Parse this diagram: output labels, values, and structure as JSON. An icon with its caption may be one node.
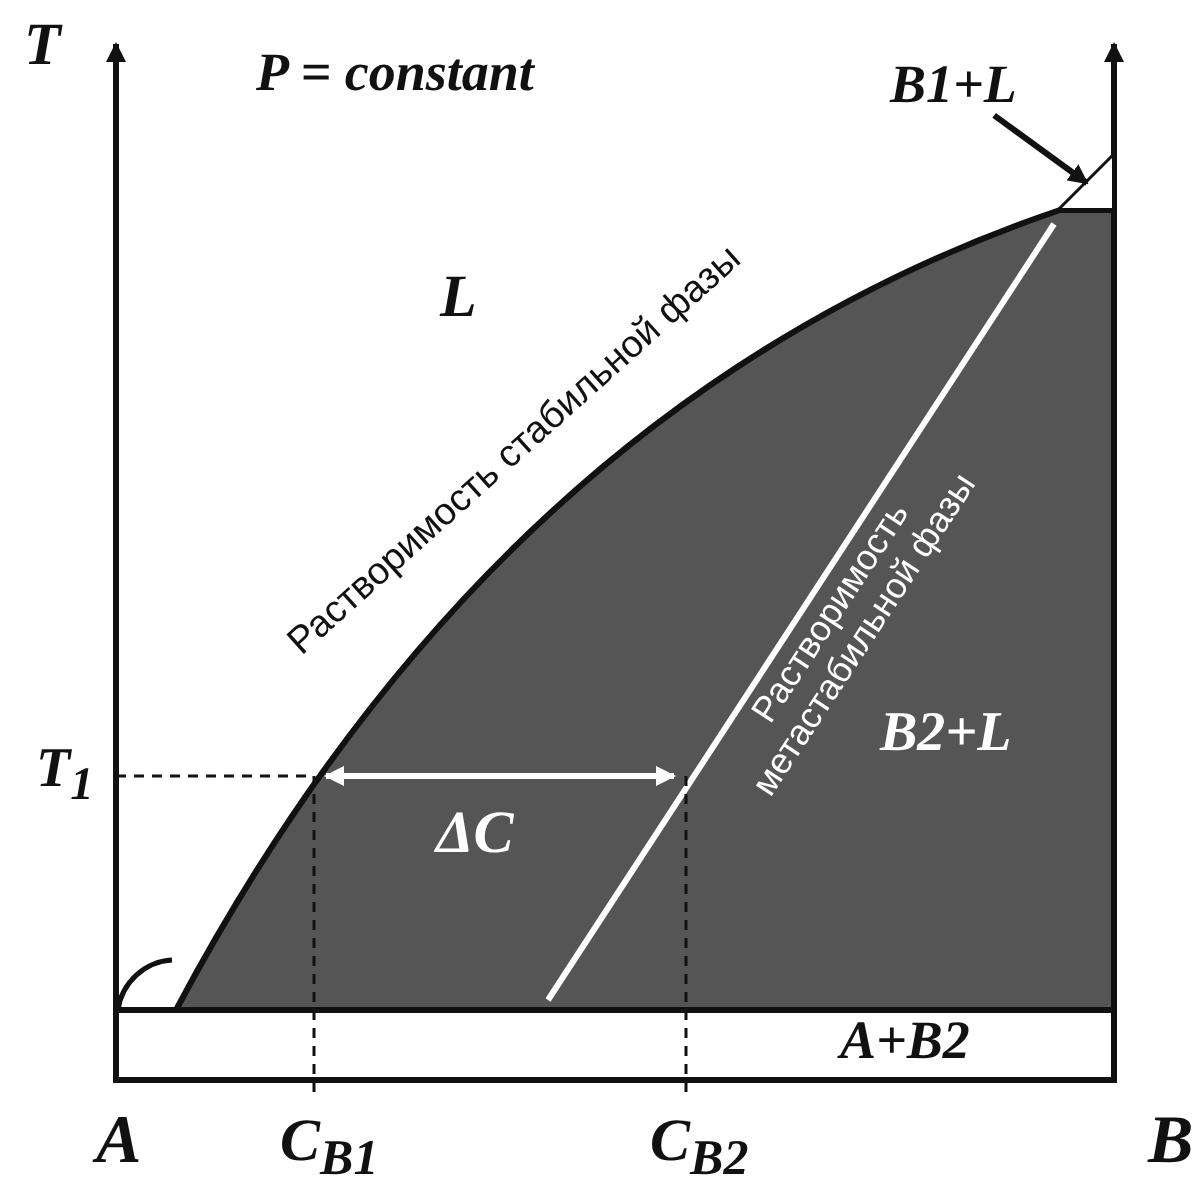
{
  "diagram": {
    "nodes": [
      {
        "text": [
          "B1+L"
        ]
      },
      {
        "text": [],
        "shape": "triangle"
      }
    ],
    "edges": [
      {
        "from": 0,
        "to": 1,
        "arrow": "to"
      }
    ],
    "labels": [
      "T",
      "P = constant",
      "L",
      "Растворимость стабильной фазы",
      "T$_{1}$",
      "Растворимость метастабильной фазы",
      "ΔC",
      "B2+L",
      "A+B2",
      "A",
      "C$_{B1}$",
      "C$_{B2}$",
      "B"
    ]
  }
}
